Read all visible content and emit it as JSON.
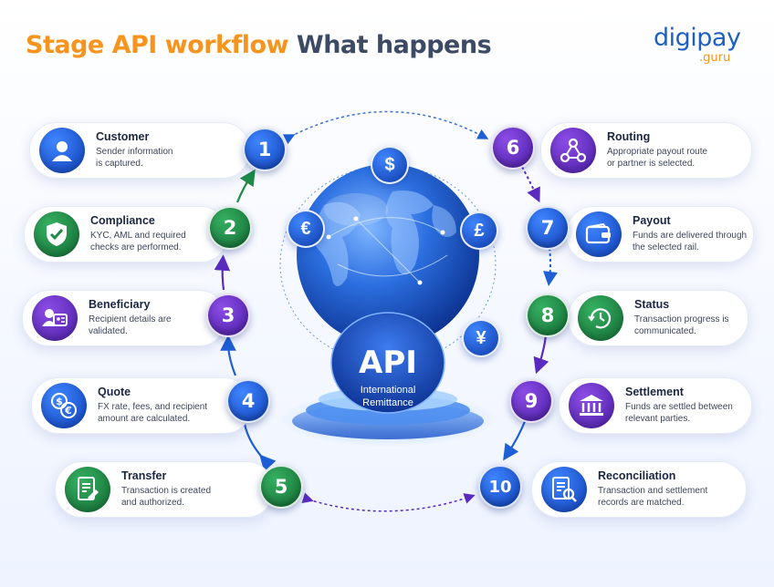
{
  "header": {
    "title_part1": "Stage API workflow",
    "title_part2": "What happens"
  },
  "logo": {
    "word": "digipay",
    "sub": ".guru"
  },
  "center": {
    "api": "API",
    "line1": "International",
    "line2": "Remittance",
    "currency_symbols": [
      "$",
      "€",
      "£",
      "¥"
    ]
  },
  "steps": [
    {
      "number": "1",
      "title": "Customer",
      "desc": "Sender information\nis captured.",
      "icon": "user-icon",
      "color": "blue"
    },
    {
      "number": "2",
      "title": "Compliance",
      "desc": "KYC, AML and required\nchecks are performed.",
      "icon": "shield-check-icon",
      "color": "green"
    },
    {
      "number": "3",
      "title": "Beneficiary",
      "desc": "Recipient details are\nvalidated.",
      "icon": "id-card-icon",
      "color": "purple"
    },
    {
      "number": "4",
      "title": "Quote",
      "desc": "FX rate, fees, and recipient\namount are calculated.",
      "icon": "currency-exchange-icon",
      "color": "blue"
    },
    {
      "number": "5",
      "title": "Transfer",
      "desc": "Transaction is created\nand authorized.",
      "icon": "document-sign-icon",
      "color": "green"
    },
    {
      "number": "6",
      "title": "Routing",
      "desc": "Appropriate payout route\nor partner is selected.",
      "icon": "route-nodes-icon",
      "color": "purple"
    },
    {
      "number": "7",
      "title": "Payout",
      "desc": "Funds are delivered through\nthe selected rail.",
      "icon": "wallet-icon",
      "color": "blue"
    },
    {
      "number": "8",
      "title": "Status",
      "desc": "Transaction progress is\ncommunicated.",
      "icon": "clock-refresh-icon",
      "color": "green"
    },
    {
      "number": "9",
      "title": "Settlement",
      "desc": "Funds are settled between\nrelevant parties.",
      "icon": "bank-icon",
      "color": "purple"
    },
    {
      "number": "10",
      "title": "Reconciliation",
      "desc": "Transaction and settlement\nrecords are matched.",
      "icon": "document-search-icon",
      "color": "blue"
    }
  ],
  "colors": {
    "title_orange": "#f7941d",
    "title_dark": "#3c4a63",
    "blue": "#1a56db",
    "green": "#1e8a47",
    "purple": "#5b2bc0"
  }
}
